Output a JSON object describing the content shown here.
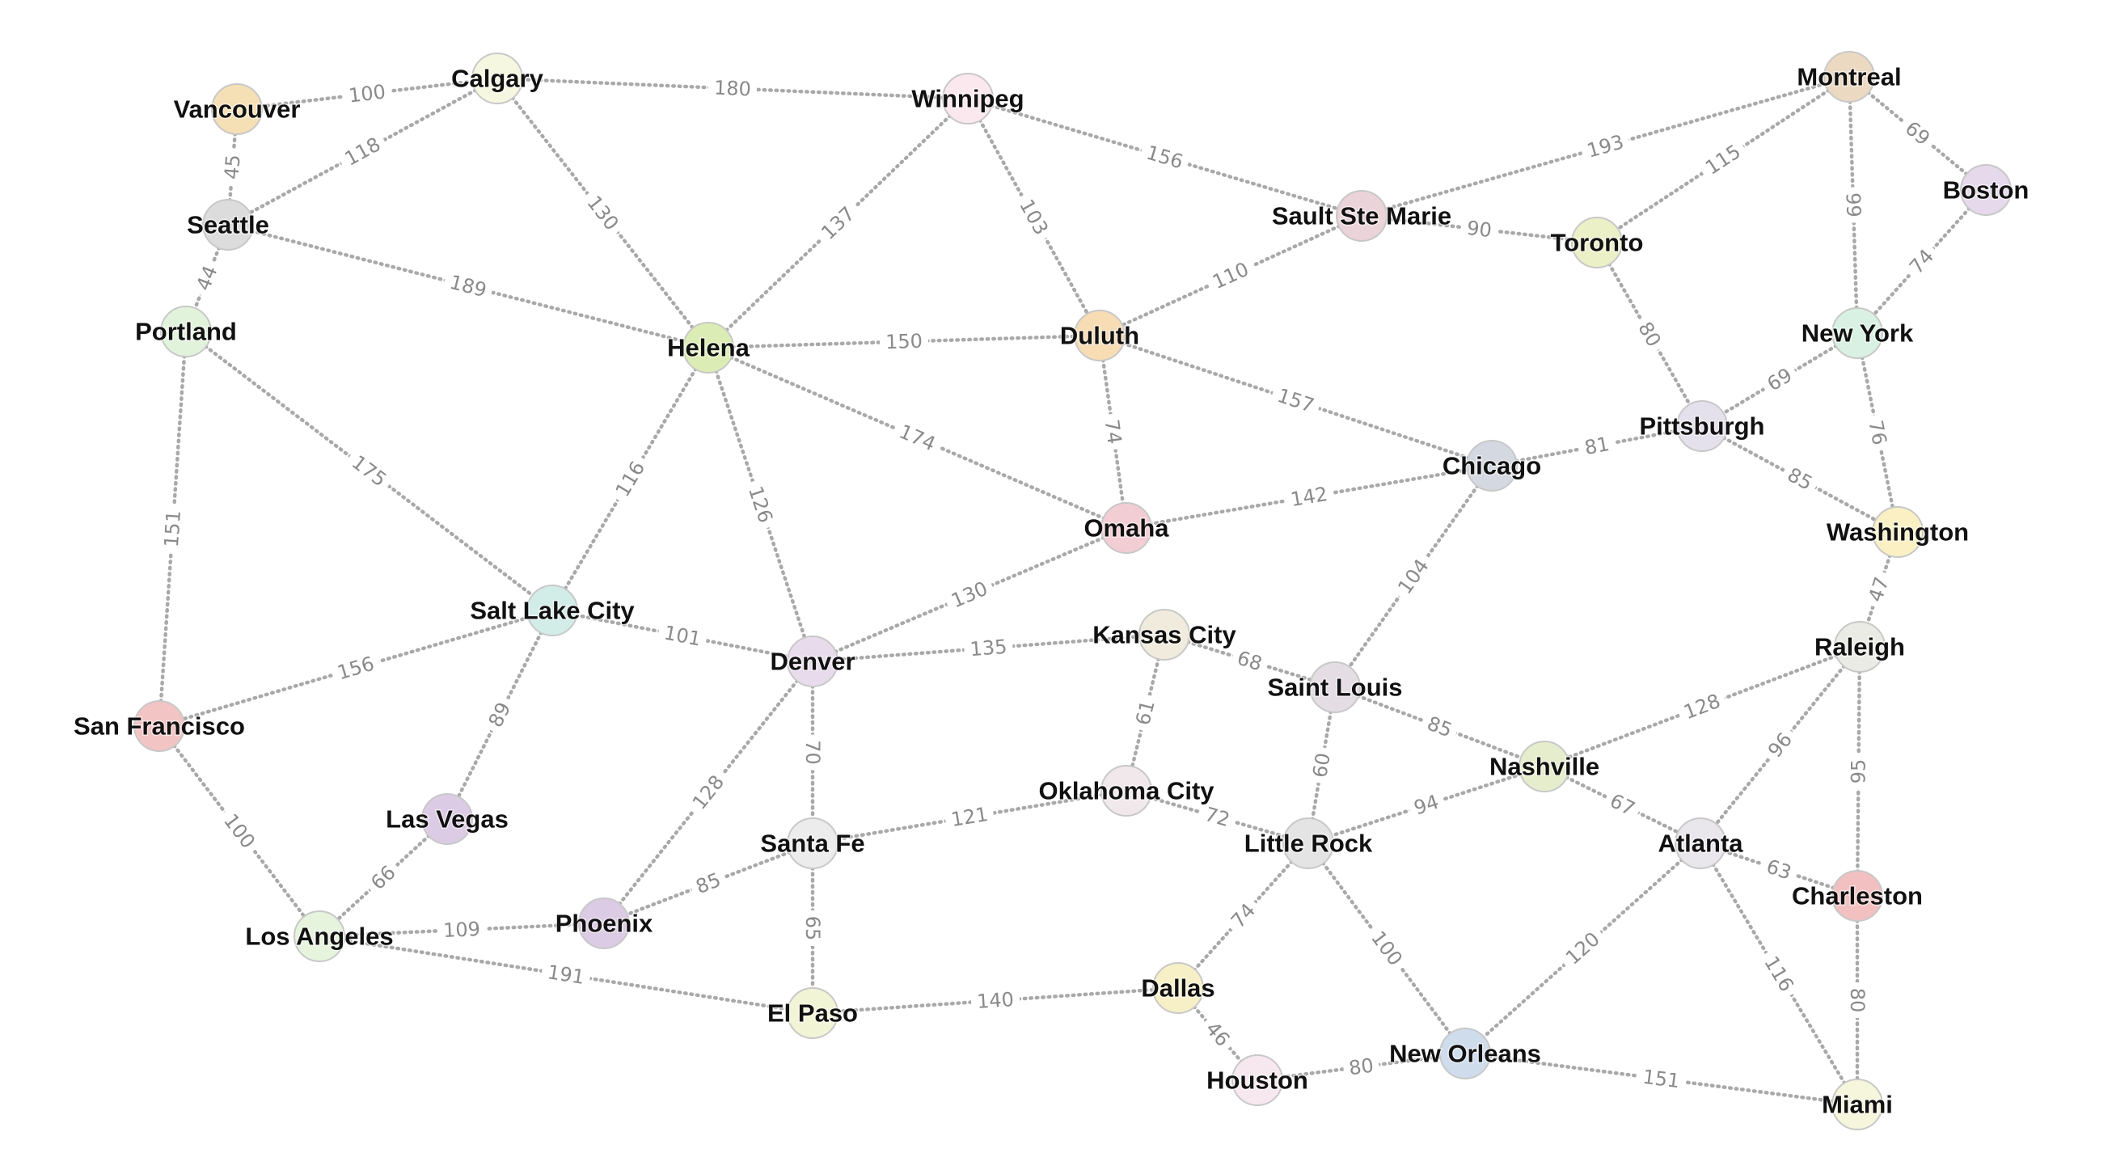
{
  "graph": {
    "nodes": [
      {
        "id": "vancouver",
        "label": "Vancouver",
        "color": "#f5dfb4"
      },
      {
        "id": "calgary",
        "label": "Calgary",
        "color": "#f6f7e0"
      },
      {
        "id": "winnipeg",
        "label": "Winnipeg",
        "color": "#fbe8ee"
      },
      {
        "id": "montreal",
        "label": "Montreal",
        "color": "#ecd9c2"
      },
      {
        "id": "boston",
        "label": "Boston",
        "color": "#e6d9ec"
      },
      {
        "id": "seattle",
        "label": "Seattle",
        "color": "#dcdcdc"
      },
      {
        "id": "sault",
        "label": "Sault Ste Marie",
        "color": "#ead3d9"
      },
      {
        "id": "toronto",
        "label": "Toronto",
        "color": "#ecf0c7"
      },
      {
        "id": "portland",
        "label": "Portland",
        "color": "#e2f3dc"
      },
      {
        "id": "helena",
        "label": "Helena",
        "color": "#dbedb4"
      },
      {
        "id": "duluth",
        "label": "Duluth",
        "color": "#f8dcb4"
      },
      {
        "id": "newyork",
        "label": "New York",
        "color": "#d9f1e2"
      },
      {
        "id": "pittsburgh",
        "label": "Pittsburgh",
        "color": "#e4e1ec"
      },
      {
        "id": "chicago",
        "label": "Chicago",
        "color": "#d4d8e0"
      },
      {
        "id": "omaha",
        "label": "Omaha",
        "color": "#f3cdd4"
      },
      {
        "id": "washington",
        "label": "Washington",
        "color": "#faf0c4"
      },
      {
        "id": "saltlake",
        "label": "Salt Lake City",
        "color": "#d2ece8"
      },
      {
        "id": "denver",
        "label": "Denver",
        "color": "#e8dcec"
      },
      {
        "id": "kansascity",
        "label": "Kansas City",
        "color": "#f0ebdc"
      },
      {
        "id": "saintlouis",
        "label": "Saint Louis",
        "color": "#e5dde4"
      },
      {
        "id": "raleigh",
        "label": "Raleigh",
        "color": "#ebebe6"
      },
      {
        "id": "sanfrancisco",
        "label": "San Francisco",
        "color": "#f2c4c4"
      },
      {
        "id": "lasvegas",
        "label": "Las Vegas",
        "color": "#dccbe4"
      },
      {
        "id": "nashville",
        "label": "Nashville",
        "color": "#e6edcd"
      },
      {
        "id": "oklahoma",
        "label": "Oklahoma City",
        "color": "#f1e8ec"
      },
      {
        "id": "santafe",
        "label": "Santa Fe",
        "color": "#ececec"
      },
      {
        "id": "littlerock",
        "label": "Little Rock",
        "color": "#e4e4e4"
      },
      {
        "id": "atlanta",
        "label": "Atlanta",
        "color": "#e9e6ec"
      },
      {
        "id": "charleston",
        "label": "Charleston",
        "color": "#f2c0c0"
      },
      {
        "id": "losangeles",
        "label": "Los Angeles",
        "color": "#e6f4de"
      },
      {
        "id": "phoenix",
        "label": "Phoenix",
        "color": "#dccbe4"
      },
      {
        "id": "elpaso",
        "label": "El Paso",
        "color": "#f2f4d6"
      },
      {
        "id": "dallas",
        "label": "Dallas",
        "color": "#f7f0c6"
      },
      {
        "id": "houston",
        "label": "Houston",
        "color": "#f6e8ee"
      },
      {
        "id": "neworleans",
        "label": "New Orleans",
        "color": "#cfdcec"
      },
      {
        "id": "miami",
        "label": "Miami",
        "color": "#f5f6dc"
      }
    ],
    "edges": [
      {
        "from": "vancouver",
        "to": "calgary",
        "label": "100"
      },
      {
        "from": "vancouver",
        "to": "seattle",
        "label": "45"
      },
      {
        "from": "calgary",
        "to": "seattle",
        "label": "118"
      },
      {
        "from": "calgary",
        "to": "winnipeg",
        "label": "180"
      },
      {
        "from": "calgary",
        "to": "helena",
        "label": "130"
      },
      {
        "from": "winnipeg",
        "to": "helena",
        "label": "137"
      },
      {
        "from": "winnipeg",
        "to": "duluth",
        "label": "103"
      },
      {
        "from": "winnipeg",
        "to": "sault",
        "label": "156"
      },
      {
        "from": "montreal",
        "to": "sault",
        "label": "193"
      },
      {
        "from": "montreal",
        "to": "toronto",
        "label": "115"
      },
      {
        "from": "montreal",
        "to": "newyork",
        "label": "99"
      },
      {
        "from": "montreal",
        "to": "boston",
        "label": "69"
      },
      {
        "from": "boston",
        "to": "newyork",
        "label": "74"
      },
      {
        "from": "seattle",
        "to": "portland",
        "label": "44"
      },
      {
        "from": "seattle",
        "to": "helena",
        "label": "189"
      },
      {
        "from": "sault",
        "to": "toronto",
        "label": "90"
      },
      {
        "from": "sault",
        "to": "duluth",
        "label": "110"
      },
      {
        "from": "toronto",
        "to": "pittsburgh",
        "label": "80"
      },
      {
        "from": "portland",
        "to": "sanfrancisco",
        "label": "151"
      },
      {
        "from": "portland",
        "to": "saltlake",
        "label": "175"
      },
      {
        "from": "helena",
        "to": "duluth",
        "label": "150"
      },
      {
        "from": "helena",
        "to": "omaha",
        "label": "174"
      },
      {
        "from": "helena",
        "to": "saltlake",
        "label": "116"
      },
      {
        "from": "helena",
        "to": "denver",
        "label": "126"
      },
      {
        "from": "duluth",
        "to": "omaha",
        "label": "74"
      },
      {
        "from": "duluth",
        "to": "chicago",
        "label": "157"
      },
      {
        "from": "newyork",
        "to": "pittsburgh",
        "label": "69"
      },
      {
        "from": "newyork",
        "to": "washington",
        "label": "76"
      },
      {
        "from": "pittsburgh",
        "to": "chicago",
        "label": "81"
      },
      {
        "from": "pittsburgh",
        "to": "washington",
        "label": "85"
      },
      {
        "from": "chicago",
        "to": "omaha",
        "label": "142"
      },
      {
        "from": "chicago",
        "to": "saintlouis",
        "label": "104"
      },
      {
        "from": "omaha",
        "to": "denver",
        "label": "130"
      },
      {
        "from": "washington",
        "to": "raleigh",
        "label": "47"
      },
      {
        "from": "saltlake",
        "to": "denver",
        "label": "101"
      },
      {
        "from": "saltlake",
        "to": "sanfrancisco",
        "label": "156"
      },
      {
        "from": "saltlake",
        "to": "lasvegas",
        "label": "89"
      },
      {
        "from": "denver",
        "to": "kansascity",
        "label": "135"
      },
      {
        "from": "denver",
        "to": "santafe",
        "label": "70"
      },
      {
        "from": "denver",
        "to": "phoenix",
        "label": "128"
      },
      {
        "from": "kansascity",
        "to": "saintlouis",
        "label": "68"
      },
      {
        "from": "kansascity",
        "to": "oklahoma",
        "label": "61"
      },
      {
        "from": "saintlouis",
        "to": "nashville",
        "label": "85"
      },
      {
        "from": "saintlouis",
        "to": "littlerock",
        "label": "60"
      },
      {
        "from": "raleigh",
        "to": "nashville",
        "label": "128"
      },
      {
        "from": "raleigh",
        "to": "atlanta",
        "label": "96"
      },
      {
        "from": "raleigh",
        "to": "charleston",
        "label": "95"
      },
      {
        "from": "sanfrancisco",
        "to": "losangeles",
        "label": "100"
      },
      {
        "from": "lasvegas",
        "to": "losangeles",
        "label": "66"
      },
      {
        "from": "nashville",
        "to": "littlerock",
        "label": "94"
      },
      {
        "from": "nashville",
        "to": "atlanta",
        "label": "67"
      },
      {
        "from": "oklahoma",
        "to": "santafe",
        "label": "121"
      },
      {
        "from": "oklahoma",
        "to": "littlerock",
        "label": "72"
      },
      {
        "from": "santafe",
        "to": "phoenix",
        "label": "85"
      },
      {
        "from": "santafe",
        "to": "elpaso",
        "label": "65"
      },
      {
        "from": "littlerock",
        "to": "dallas",
        "label": "74"
      },
      {
        "from": "littlerock",
        "to": "neworleans",
        "label": "100"
      },
      {
        "from": "atlanta",
        "to": "charleston",
        "label": "63"
      },
      {
        "from": "atlanta",
        "to": "neworleans",
        "label": "120"
      },
      {
        "from": "atlanta",
        "to": "miami",
        "label": "116"
      },
      {
        "from": "charleston",
        "to": "miami",
        "label": "80"
      },
      {
        "from": "losangeles",
        "to": "phoenix",
        "label": "109"
      },
      {
        "from": "losangeles",
        "to": "elpaso",
        "label": "191"
      },
      {
        "from": "elpaso",
        "to": "dallas",
        "label": "140"
      },
      {
        "from": "dallas",
        "to": "houston",
        "label": "46"
      },
      {
        "from": "houston",
        "to": "neworleans",
        "label": "80"
      },
      {
        "from": "neworleans",
        "to": "miami",
        "label": "151"
      }
    ]
  }
}
